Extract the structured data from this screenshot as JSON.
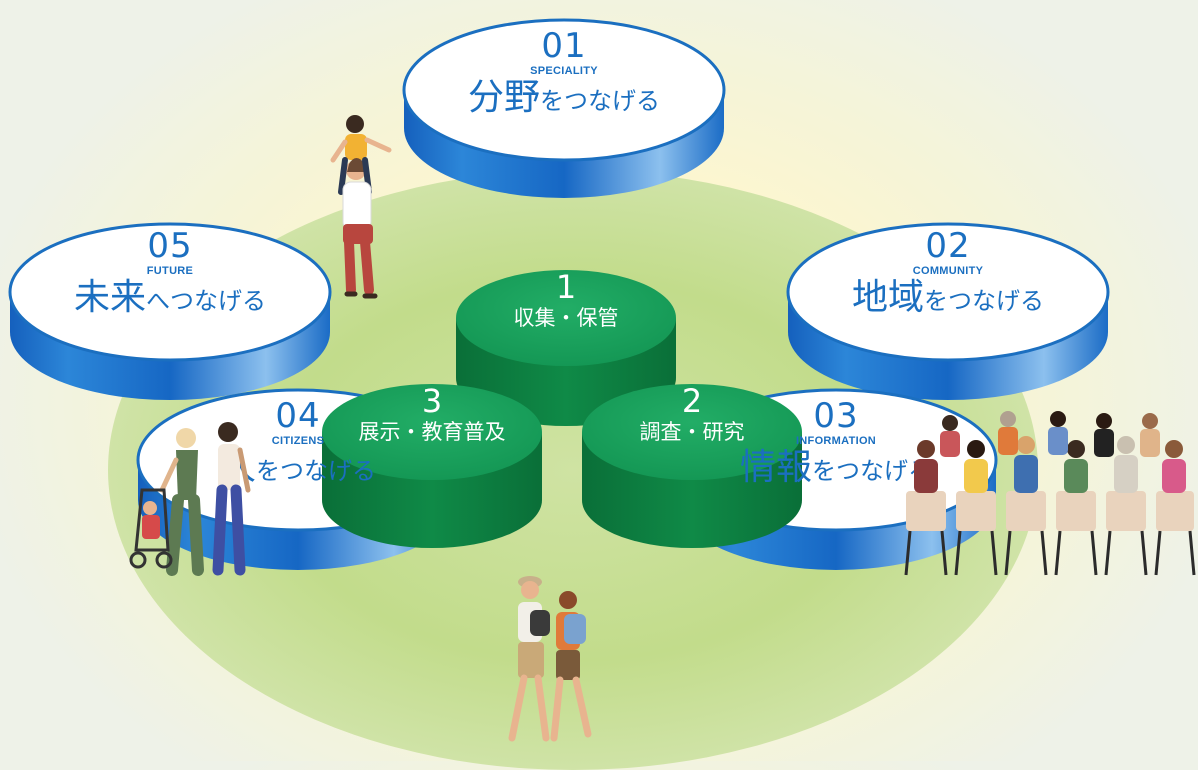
{
  "outer_nodes": [
    {
      "number": "01",
      "label_en": "SPECIALITY",
      "label_jp_main": "分野",
      "label_jp_suffix": "をつなげる"
    },
    {
      "number": "02",
      "label_en": "COMMUNITY",
      "label_jp_main": "地域",
      "label_jp_suffix": "をつなげる"
    },
    {
      "number": "03",
      "label_en": "INFORMATION",
      "label_jp_main": "情報",
      "label_jp_suffix": "をつなげる"
    },
    {
      "number": "04",
      "label_en": "CITIZENS",
      "label_jp_main": "人",
      "label_jp_suffix": "をつなげる"
    },
    {
      "number": "05",
      "label_en": "FUTURE",
      "label_jp_main": "未来",
      "label_jp_suffix": "へつなげる"
    }
  ],
  "core_nodes": [
    {
      "number": "1",
      "label": "収集・保管"
    },
    {
      "number": "2",
      "label": "調査・研究"
    },
    {
      "number": "3",
      "label": "展示・教育普及"
    }
  ],
  "colors": {
    "disc_top": "#ffffff",
    "disc_side_dark": "#1565c0",
    "disc_side_light": "#9ec9f0",
    "disc_text": "#1b6fc0",
    "core_top": "#17a05a",
    "core_side": "#0b7a3e",
    "hub": "#c6df92"
  },
  "illustrations": [
    "parent-with-child-on-shoulders",
    "audience-group",
    "family-with-stroller",
    "hikers-walking"
  ]
}
